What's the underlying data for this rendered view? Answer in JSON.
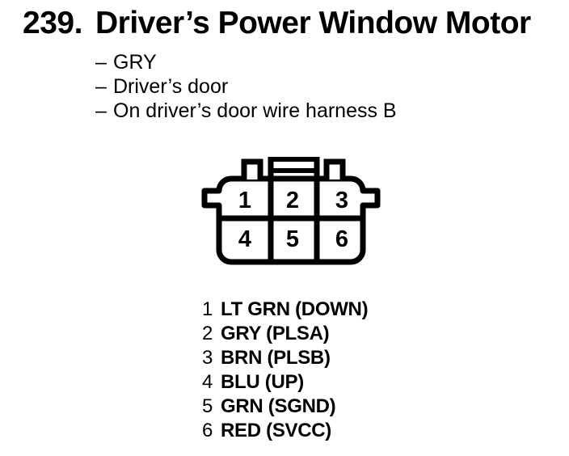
{
  "page_header": {
    "number": "239.",
    "title": "Driver’s Power Window Motor"
  },
  "details": {
    "dash": "–",
    "items": [
      "GRY",
      "Driver’s door",
      "On driver’s door wire harness B"
    ]
  },
  "connector": {
    "rows": 2,
    "columns": 3,
    "pins": [
      "1",
      "2",
      "3",
      "4",
      "5",
      "6"
    ]
  },
  "legend": {
    "items": [
      {
        "pin": "1",
        "label": "LT GRN (DOWN)"
      },
      {
        "pin": "2",
        "label": "GRY (PLSA)"
      },
      {
        "pin": "3",
        "label": "BRN (PLSB)"
      },
      {
        "pin": "4",
        "label": "BLU (UP)"
      },
      {
        "pin": "5",
        "label": "GRN (SGND)"
      },
      {
        "pin": "6",
        "label": "RED (SVCC)"
      }
    ]
  },
  "colors": {
    "ink": "#000000",
    "background": "#ffffff"
  }
}
